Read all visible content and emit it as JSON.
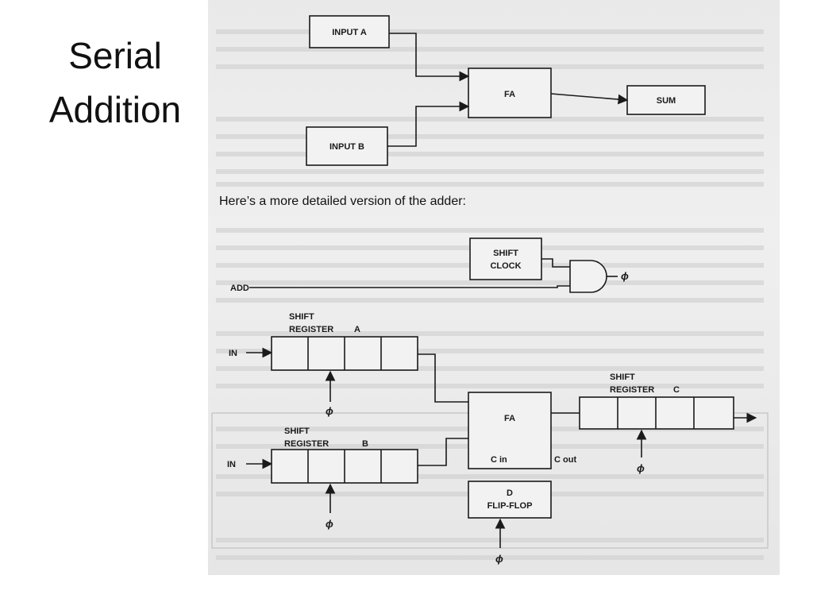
{
  "slide": {
    "title_line1": "Serial",
    "title_line2": "Addition"
  },
  "diagram": {
    "top": {
      "input_a": "INPUT A",
      "input_b": "INPUT B",
      "fa": "FA",
      "sum": "SUM"
    },
    "caption": "Here’s a more detailed version of the adder:",
    "detailed": {
      "shift_clock_line1": "SHIFT",
      "shift_clock_line2": "CLOCK",
      "add": "ADD",
      "phi": "ϕ",
      "reg_a_line1": "SHIFT",
      "reg_a_line2": "REGISTER",
      "reg_a_name": "A",
      "reg_b_line1": "SHIFT",
      "reg_b_line2": "REGISTER",
      "reg_b_name": "B",
      "reg_c_line1": "SHIFT",
      "reg_c_line2": "REGISTER",
      "reg_c_name": "C",
      "in_a": "IN",
      "in_b": "IN",
      "fa": "FA",
      "c_in": "C in",
      "c_out": "C out",
      "ff_line1": "D",
      "ff_line2": "FLIP-FLOP"
    }
  }
}
